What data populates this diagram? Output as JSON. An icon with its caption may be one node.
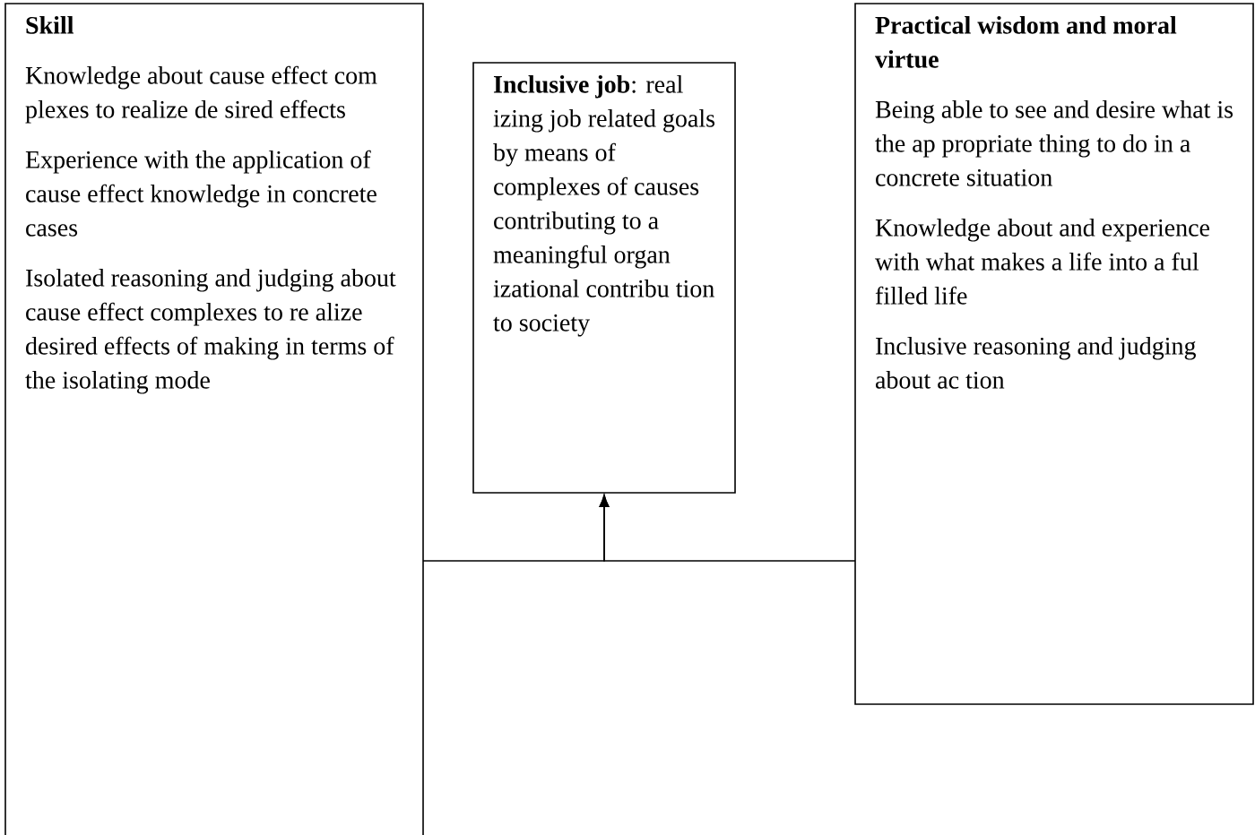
{
  "diagram": {
    "nodes": [
      {
        "text": [
          "Skill",
          "Knowledge about cause effect com plexes to realize de sired effects",
          "Experience with the application of cause effect knowledge in concrete cases",
          "Isolated reasoning and judging about cause effect complexes to re alize desired effects of making in terms of the isolating mode"
        ]
      },
      {
        "text": [
          "**Inclusive job**: real izing job related goals by means of complexes of causes contributing to a meaningful organ izational contribu tion to society"
        ]
      },
      {
        "text": [
          "Practical wisdom and moral virtue",
          "Being able to see and desire what is the ap propriate thing to do in a concrete situation",
          "Knowledge about and experience with what makes a life into a ful filled life",
          "Inclusive reasoning and judging about ac tion"
        ]
      }
    ],
    "edges": [
      {
        "from": 0,
        "to": 1,
        "arrow": "to"
      },
      {
        "from": 2,
        "to": 1,
        "arrow": "to"
      }
    ]
  }
}
